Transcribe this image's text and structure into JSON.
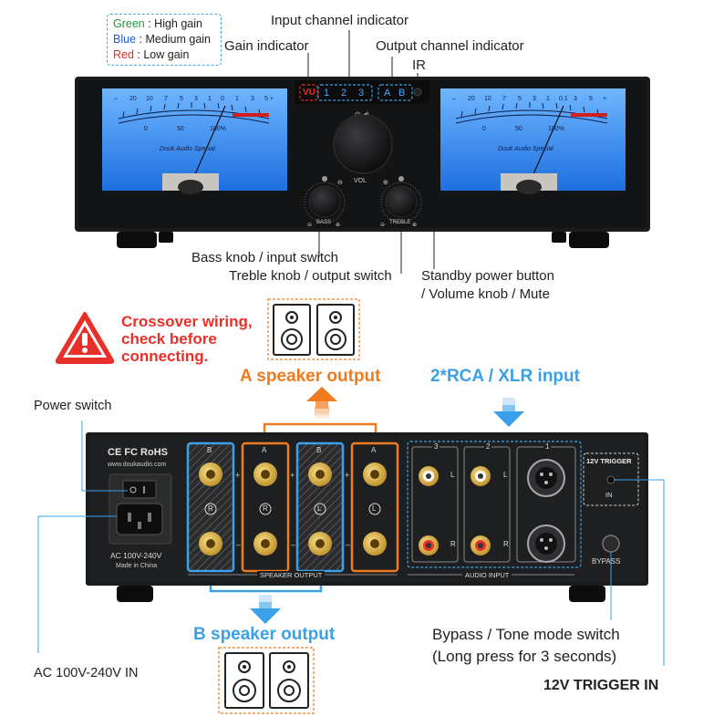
{
  "legend": {
    "green": "Green",
    "green_desc": " : High gain",
    "blue": "Blue",
    "blue_desc": " : Medium gain",
    "red": "Red",
    "red_desc": " : Low gain"
  },
  "front_labels": {
    "input_channel_indicator": "Input channel indicator",
    "gain_indicator": "Gain indicator",
    "output_channel_indicator": "Output channel indicator",
    "ir": "IR",
    "bass_knob": "Bass knob / input switch",
    "treble_knob": "Treble knob / output switch",
    "standby_line1": "Standby power button",
    "standby_line2": "/ Volume knob / Mute"
  },
  "front_panel": {
    "vu": "VU",
    "inputs": [
      "1",
      "2",
      "3"
    ],
    "outputs": [
      "A",
      "B"
    ],
    "vol": "VOL",
    "bass": "BASS",
    "treble": "TREBLE",
    "meter_brand": "Douk Audio Special",
    "meter_scale": [
      "20",
      "10",
      "7",
      "5",
      "3",
      "1",
      "0",
      "1",
      "3",
      "5"
    ],
    "meter_pct_scale": [
      "0",
      "50",
      "100%"
    ]
  },
  "warning": {
    "line1": "Crossover wiring,",
    "line2": "check before",
    "line3": "connecting."
  },
  "titles": {
    "a_speaker": "A speaker output",
    "rca_xlr": "2*RCA / XLR input",
    "b_speaker": "B speaker output"
  },
  "rear_labels": {
    "power_switch": "Power switch",
    "ac_in": "AC 100V-240V IN",
    "bypass_line1": "Bypass / Tone mode switch",
    "bypass_line2": "(Long press for 3 seconds)",
    "trigger_in": "12V TRIGGER IN"
  },
  "rear_panel": {
    "certs": "CE FC RoHS",
    "website": "www.doukaudio.com",
    "ac_voltage": "AC 100V-240V",
    "made_in": "Made in China",
    "speaker_output": "SPEAKER OUTPUT",
    "audio_input": "AUDIO INPUT",
    "trigger_title": "12V TRIGGER",
    "trigger_in": "IN",
    "bypass": "BYPASS",
    "col_labels": [
      "B",
      "A",
      "B",
      "A"
    ],
    "rl_labels": [
      "R",
      "L"
    ],
    "input_nums": [
      "3",
      "2",
      "1"
    ],
    "lr": [
      "L",
      "R"
    ]
  },
  "colors": {
    "orange": "#f07a1e",
    "blue": "#3aa1e8",
    "red": "#e8302a",
    "panel": "#1a1b1d",
    "meter": "#2f86f0"
  }
}
